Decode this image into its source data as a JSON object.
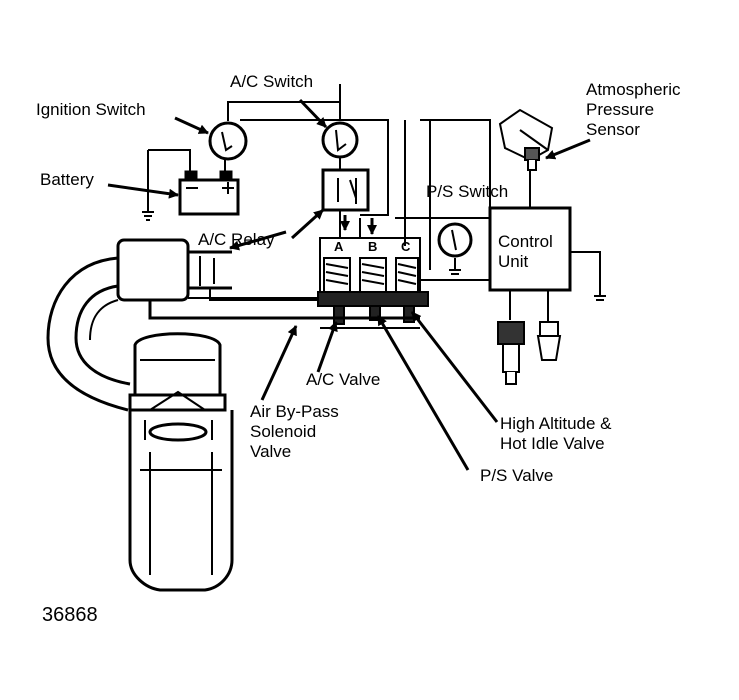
{
  "labels": {
    "ignition_switch": "Ignition Switch",
    "ac_switch": "A/C Switch",
    "battery": "Battery",
    "atmospheric_pressure_sensor": "Atmospheric\nPressure\nSensor",
    "ps_switch": "P/S Switch",
    "ac_relay": "A/C Relay",
    "control_unit": "Control\nUnit",
    "ac_valve": "A/C Valve",
    "air_bypass_solenoid_valve": "Air By-Pass\nSolenoid\nValve",
    "high_altitude_hot_idle_valve": "High Altitude &\nHot Idle Valve",
    "ps_valve": "P/S Valve",
    "valve_a": "A",
    "valve_b": "B",
    "valve_c": "C",
    "figure_number": "36868"
  }
}
